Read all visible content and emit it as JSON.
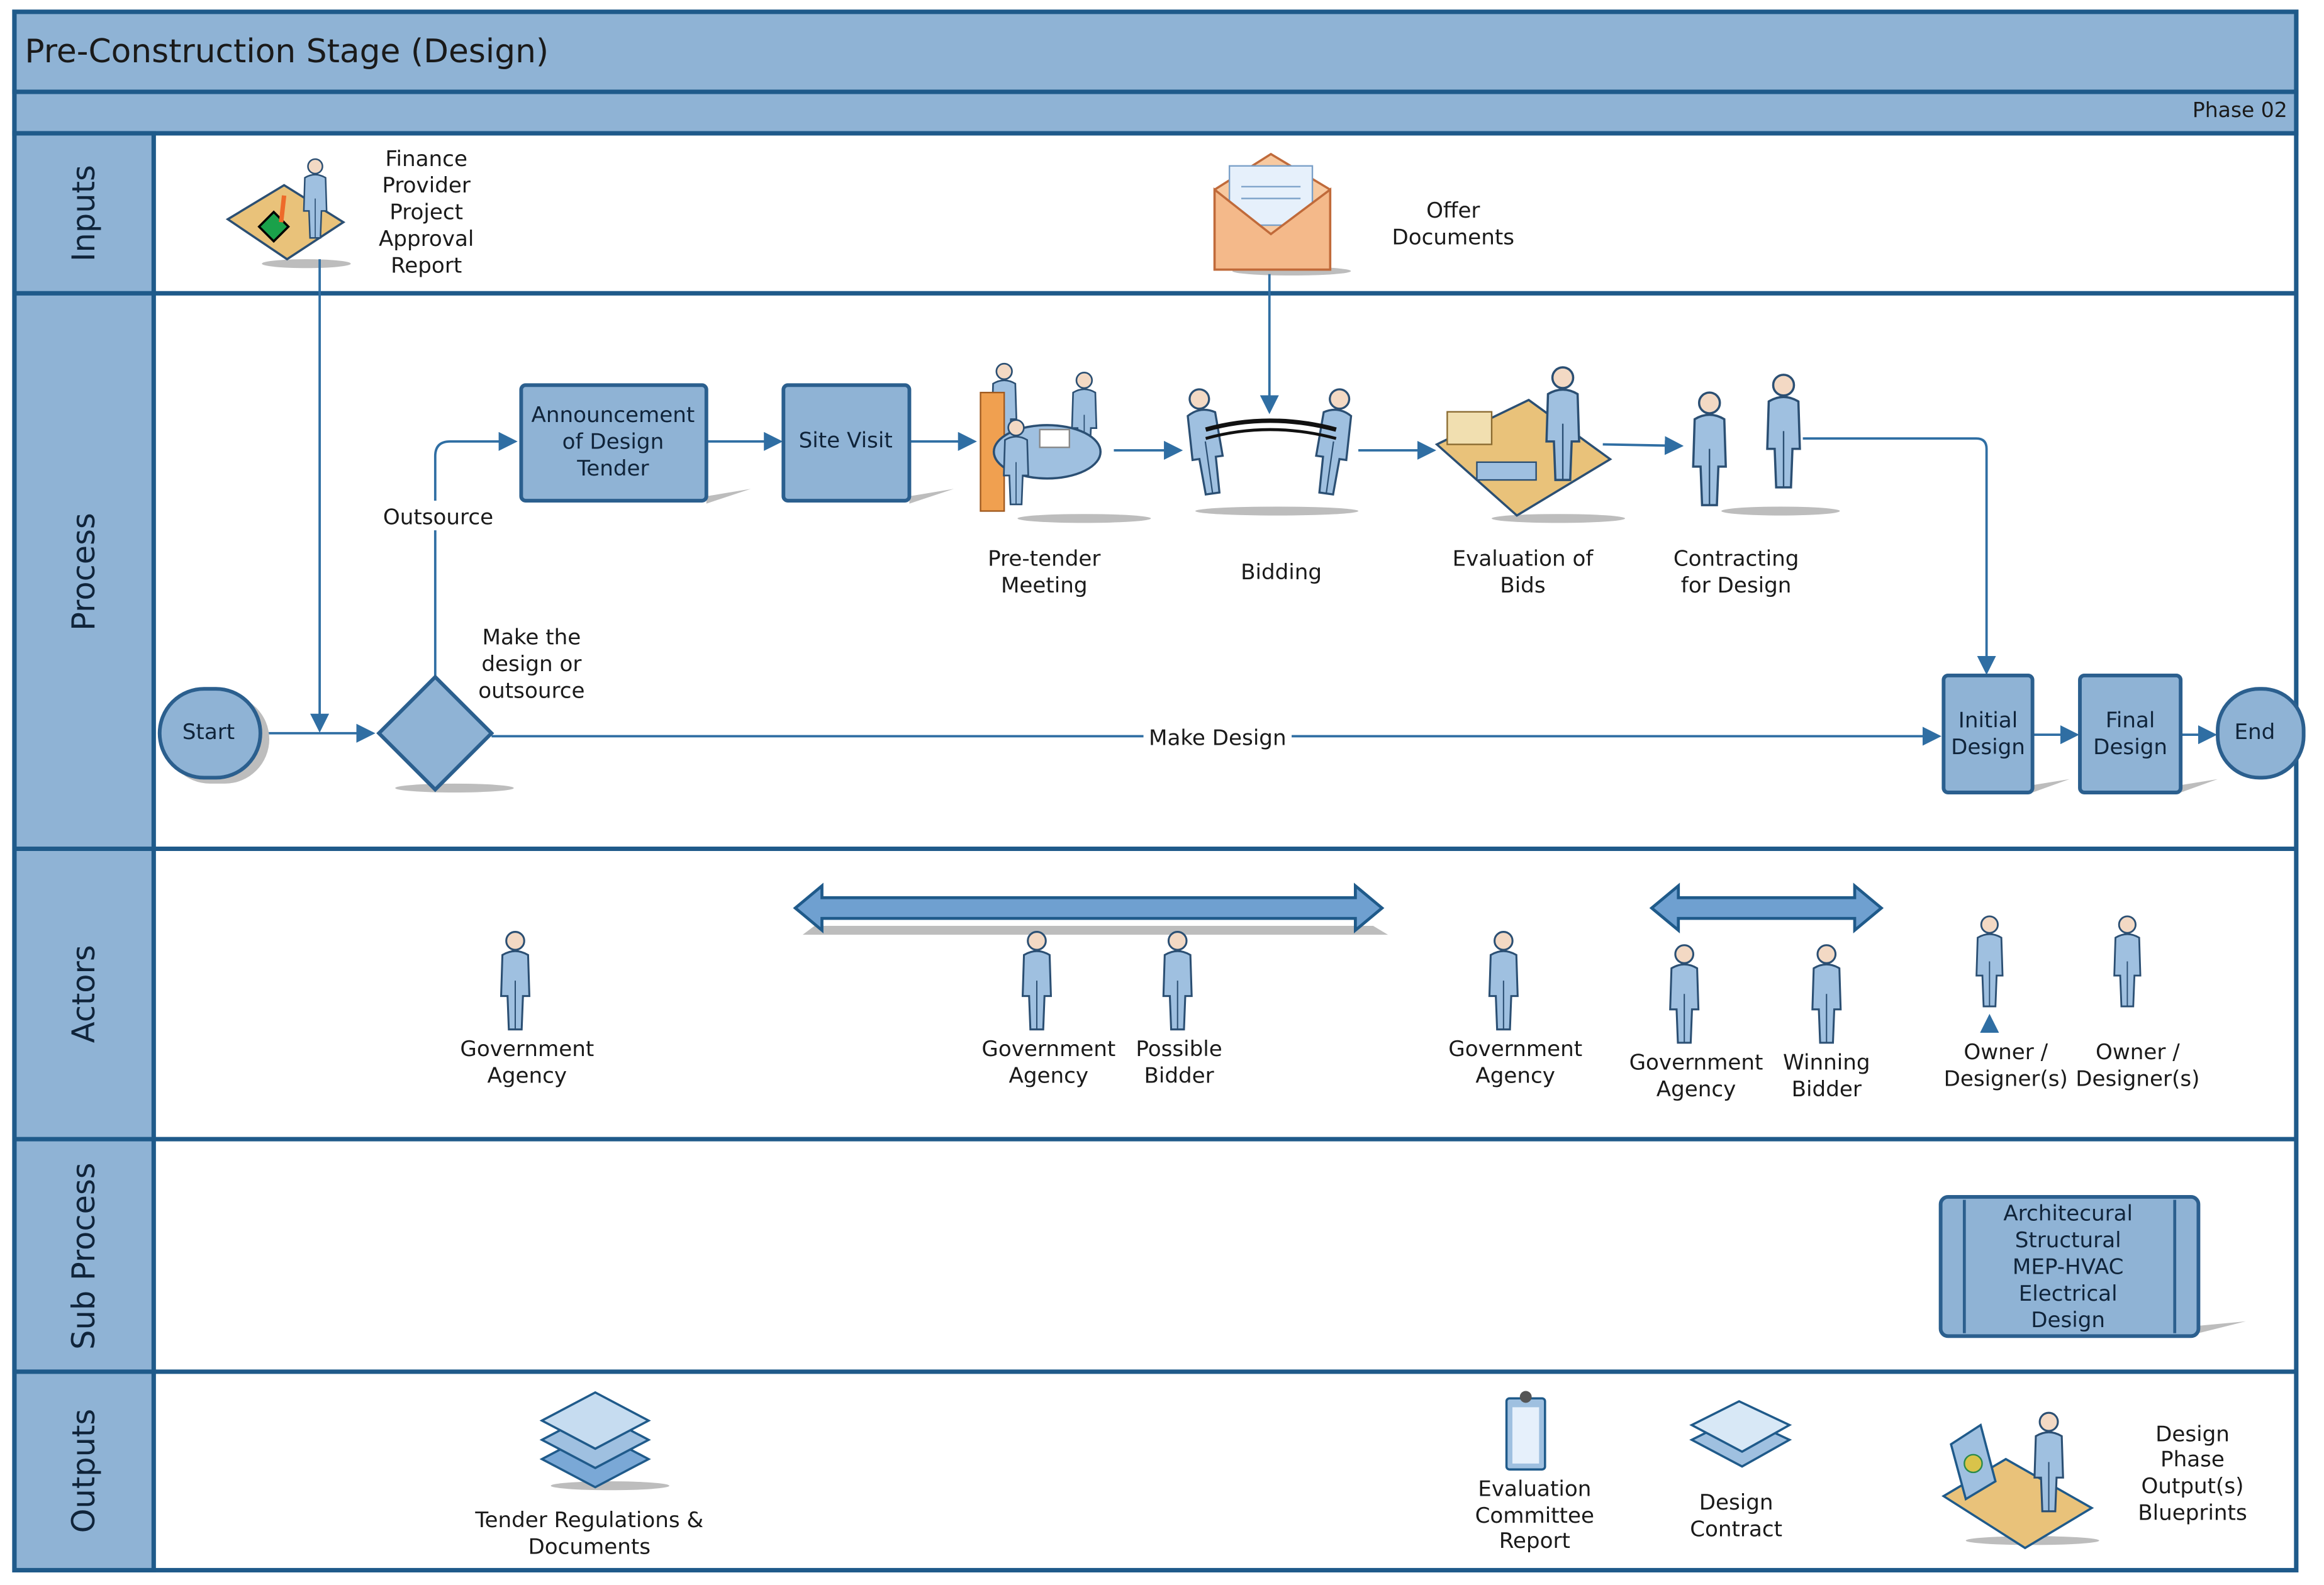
{
  "title": "Pre-Construction Stage (Design)",
  "phase": "Phase 02",
  "colors": {
    "band": "#8fb3d5",
    "border": "#1f5a8a",
    "shape_fill": "#8fb3d5",
    "connector": "#2f6ea3"
  },
  "lanes": [
    "Inputs",
    "Process",
    "Actors",
    "Sub Process",
    "Outputs"
  ],
  "inputs": {
    "finance_report": {
      "icon": "person-at-desk-approval-icon",
      "lines": [
        "Finance",
        "Provider",
        "Project",
        "Approval",
        "Report"
      ]
    },
    "offer_documents": {
      "icon": "envelope-icon",
      "lines": [
        "Offer",
        "Documents"
      ]
    }
  },
  "process": {
    "start": "Start",
    "decision": [
      "Make the",
      "design or",
      "outsource"
    ],
    "outsource_label": "Outsource",
    "make_design_label": "Make Design",
    "announcement": [
      "Announcement",
      "of Design",
      "Tender"
    ],
    "site_visit": "Site Visit",
    "pretender": {
      "icon": "meeting-table-icon",
      "lines": [
        "Pre-tender",
        "Meeting"
      ]
    },
    "bidding": {
      "icon": "tug-of-war-icon",
      "lines": [
        "Bidding"
      ]
    },
    "evaluation": {
      "icon": "person-reviewing-documents-icon",
      "lines": [
        "Evaluation of",
        "Bids"
      ]
    },
    "contracting": {
      "icon": "handshake-icon",
      "lines": [
        "Contracting",
        "for Design"
      ]
    },
    "initial_design": [
      "Initial",
      "Design"
    ],
    "final_design": [
      "Final",
      "Design"
    ],
    "end": "End"
  },
  "actors": [
    [
      "Government",
      "Agency"
    ],
    [
      "Government",
      "Agency"
    ],
    [
      "Possible",
      "Bidder"
    ],
    [
      "Government",
      "Agency"
    ],
    [
      "Government",
      "Agency"
    ],
    [
      "Winning",
      "Bidder"
    ],
    [
      "Owner /",
      "Designer(s)"
    ],
    [
      "Owner /",
      "Designer(s)"
    ]
  ],
  "sub_process": [
    "Architecural",
    "Structural",
    "MEP-HVAC",
    "Electrical",
    "Design"
  ],
  "outputs": {
    "tender_docs": {
      "icon": "document-stack-icon",
      "lines": [
        "Tender Regulations &",
        "Documents"
      ]
    },
    "eval_report": {
      "icon": "clipboard-icon",
      "lines": [
        "Evaluation",
        "Committee",
        "Report"
      ]
    },
    "design_contract": {
      "icon": "papers-icon",
      "lines": [
        "Design",
        "Contract"
      ]
    },
    "design_outputs": {
      "icon": "designer-at-computer-icon",
      "lines": [
        "Design",
        "Phase",
        "Output(s)",
        "Blueprints"
      ]
    }
  }
}
